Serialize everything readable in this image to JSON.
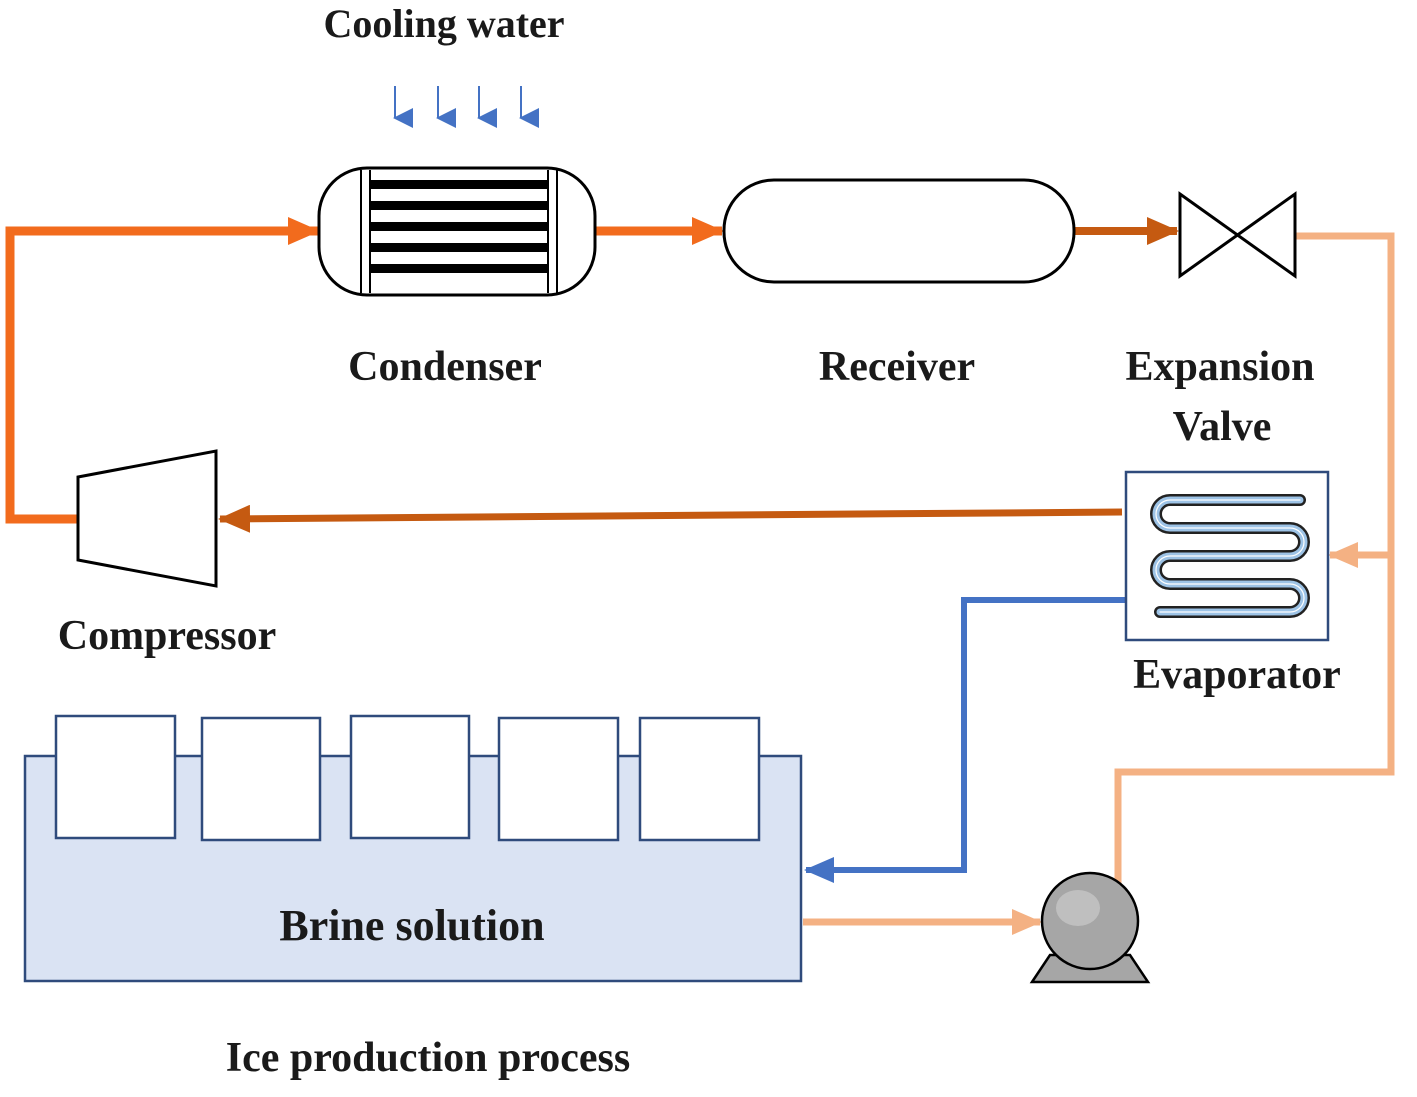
{
  "labels": {
    "cooling_water": "Cooling water",
    "condenser": "Condenser",
    "receiver": "Receiver",
    "expansion_valve_line1": "Expansion",
    "expansion_valve_line2": "Valve",
    "evaporator": "Evaporator",
    "compressor": "Compressor",
    "brine_solution": "Brine solution",
    "caption": "Ice production process"
  },
  "colors": {
    "hot_refrigerant": "#f26b1d",
    "discharge_refrigerant": "#c55a11",
    "cold_refrigerant": "#f4b183",
    "brine_cold": "#4472c4",
    "cooling_water": "#4472c4",
    "tank_fill": "#dae3f3",
    "tank_stroke": "#2f4b7c",
    "evaporator_coil": "#9dc3e6",
    "pump_body": "#a6a6a6"
  },
  "icons": [
    "condenser-icon",
    "receiver-icon",
    "expansion-valve-icon",
    "evaporator-icon",
    "compressor-icon",
    "pump-icon",
    "ice-can-icon"
  ]
}
